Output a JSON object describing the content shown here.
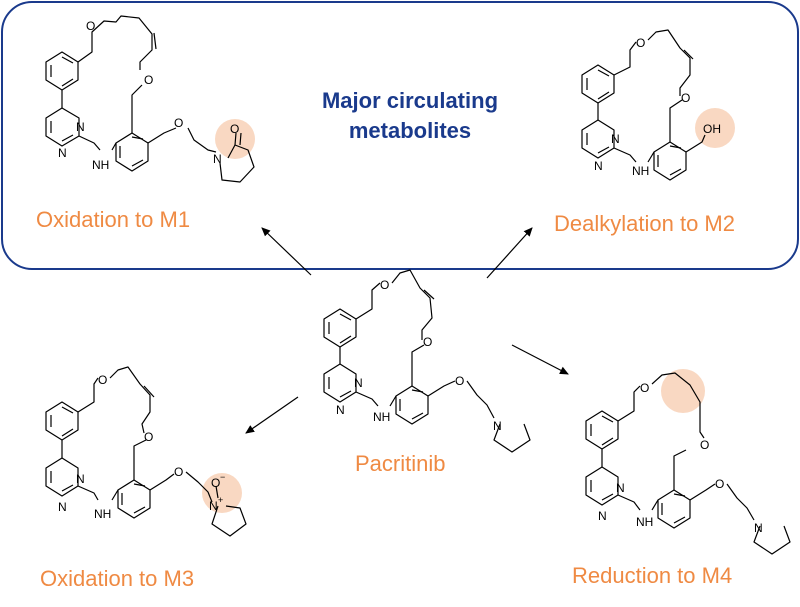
{
  "title": {
    "line1": "Major circulating",
    "line2": "metabolites"
  },
  "parent": {
    "name": "Pacritinib"
  },
  "metabolites": [
    {
      "id": "M1",
      "label": "Oxidation to M1"
    },
    {
      "id": "M2",
      "label": "Dealkylation to M2"
    },
    {
      "id": "M3",
      "label": "Oxidation to M3"
    },
    {
      "id": "M4",
      "label": "Reduction to M4"
    }
  ],
  "atoms": {
    "O": "O",
    "N": "N",
    "NH": "NH",
    "OH": "OH",
    "N_plus": "N",
    "plus": "+",
    "O_minus": "O",
    "minus": "−"
  },
  "colors": {
    "box": "#1a3a8c",
    "label": "#ef8a43",
    "highlight": "#f9d8c2",
    "bond": "#000000",
    "arrow": "#000000"
  }
}
